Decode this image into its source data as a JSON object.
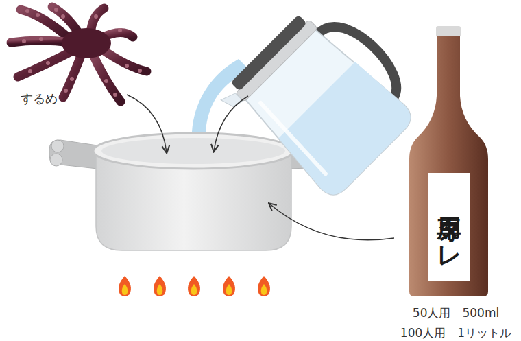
{
  "diagram": {
    "nodes": [
      {
        "text": [
          "専用タレ"
        ]
      }
    ],
    "labels": [
      "するめ",
      "50人用　500ml",
      "100人用　1リットル"
    ]
  }
}
